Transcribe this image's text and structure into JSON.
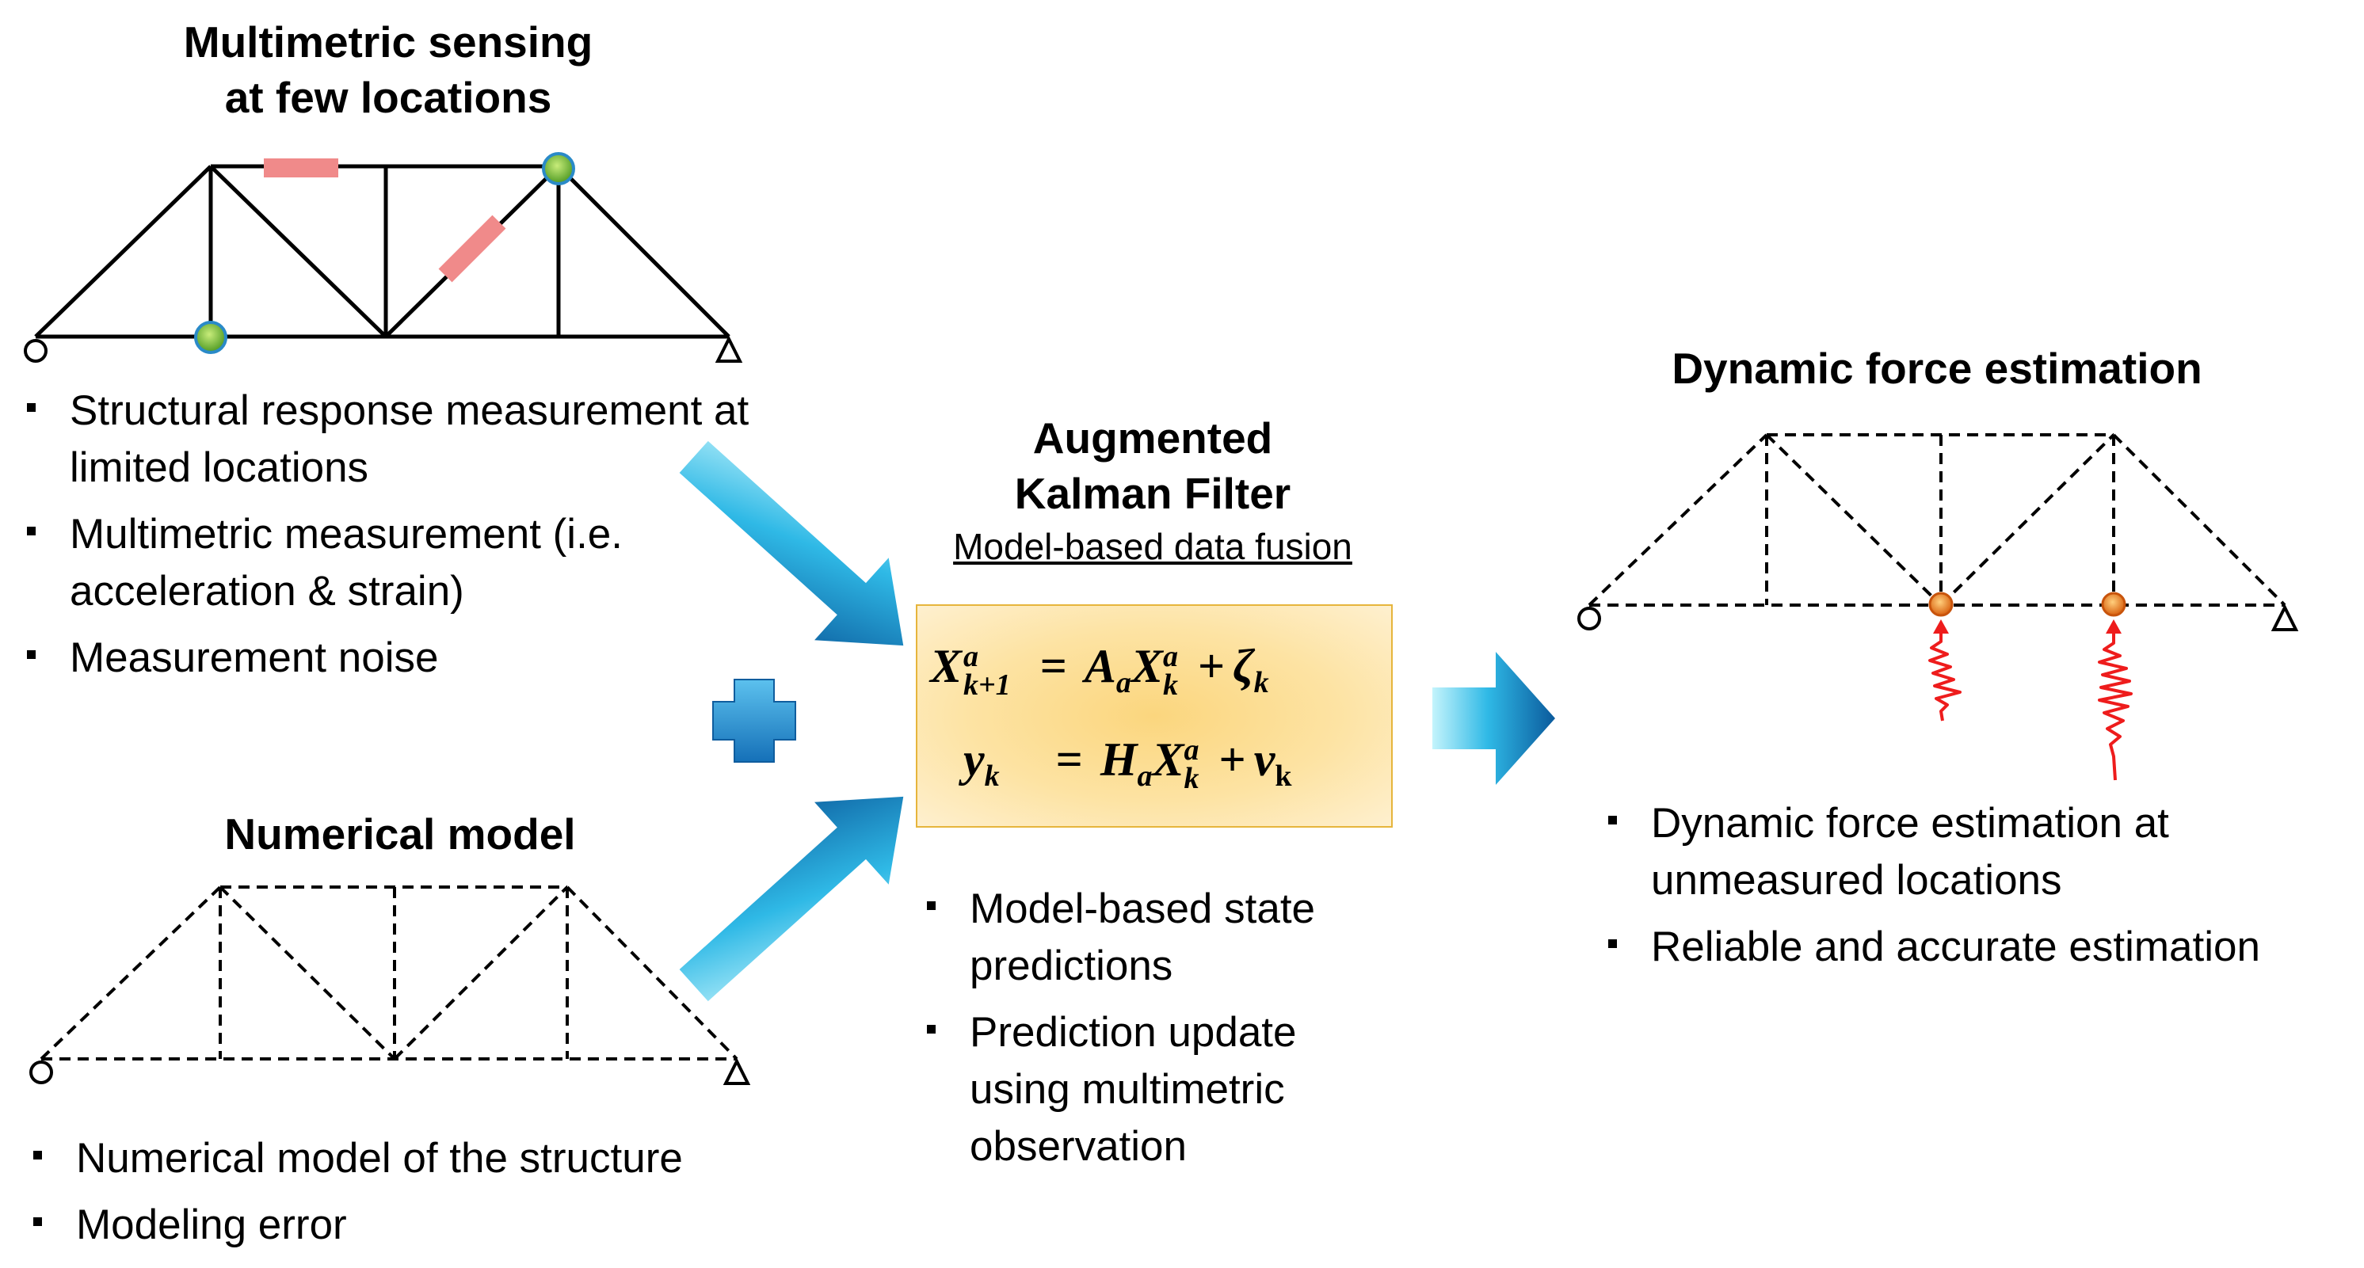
{
  "sensing": {
    "title_line1": "Multimetric sensing",
    "title_line2": "at few locations",
    "bullets": [
      "Structural response measurement at limited locations",
      "Multimetric measurement (i.e. acceleration & strain)",
      "Measurement noise"
    ]
  },
  "model": {
    "title": "Numerical model",
    "bullets": [
      "Numerical model of the structure",
      "Modeling error"
    ]
  },
  "filter": {
    "title_line1": "Augmented",
    "title_line2": "Kalman Filter",
    "subtitle": "Model-based data fusion",
    "eq1_lhs": "X",
    "eq1_lhs_sup": "a",
    "eq1_lhs_sub": "k+1",
    "eq1_rhs_A": "A",
    "eq1_rhs_A_sub": "a",
    "eq1_rhs_X": "X",
    "eq1_rhs_X_sup": "a",
    "eq1_rhs_X_sub": "k",
    "eq1_noise": "ζ",
    "eq1_noise_sub": "k",
    "eq2_lhs": "y",
    "eq2_lhs_sub": "k",
    "eq2_rhs_H": "H",
    "eq2_rhs_H_sub": "a",
    "eq2_rhs_X": "X",
    "eq2_rhs_X_sup": "a",
    "eq2_rhs_X_sub": "k",
    "eq2_noise": "v",
    "eq2_noise_sub": "k",
    "op_equals": "=",
    "op_plus": "+",
    "bullets": [
      "Model-based state predictions",
      "Prediction update using multimetric observation"
    ]
  },
  "estimation": {
    "title": "Dynamic force estimation",
    "bullets": [
      "Dynamic force estimation at unmeasured locations",
      "Reliable and accurate estimation"
    ]
  },
  "colors": {
    "arrow_dark": "#0d5fa0",
    "arrow_light": "#bff2fb",
    "plus": "#1f8ad0",
    "strain_gauge": "#f08a8a",
    "accelerometer": "#7dc243",
    "force_node": "#e8761e",
    "force_signal": "#ee1c1c",
    "eq_box_border": "#e6b53c"
  },
  "icons": [
    "plus-icon",
    "flow-arrow-icon",
    "pin-support-icon",
    "roller-support-icon"
  ]
}
